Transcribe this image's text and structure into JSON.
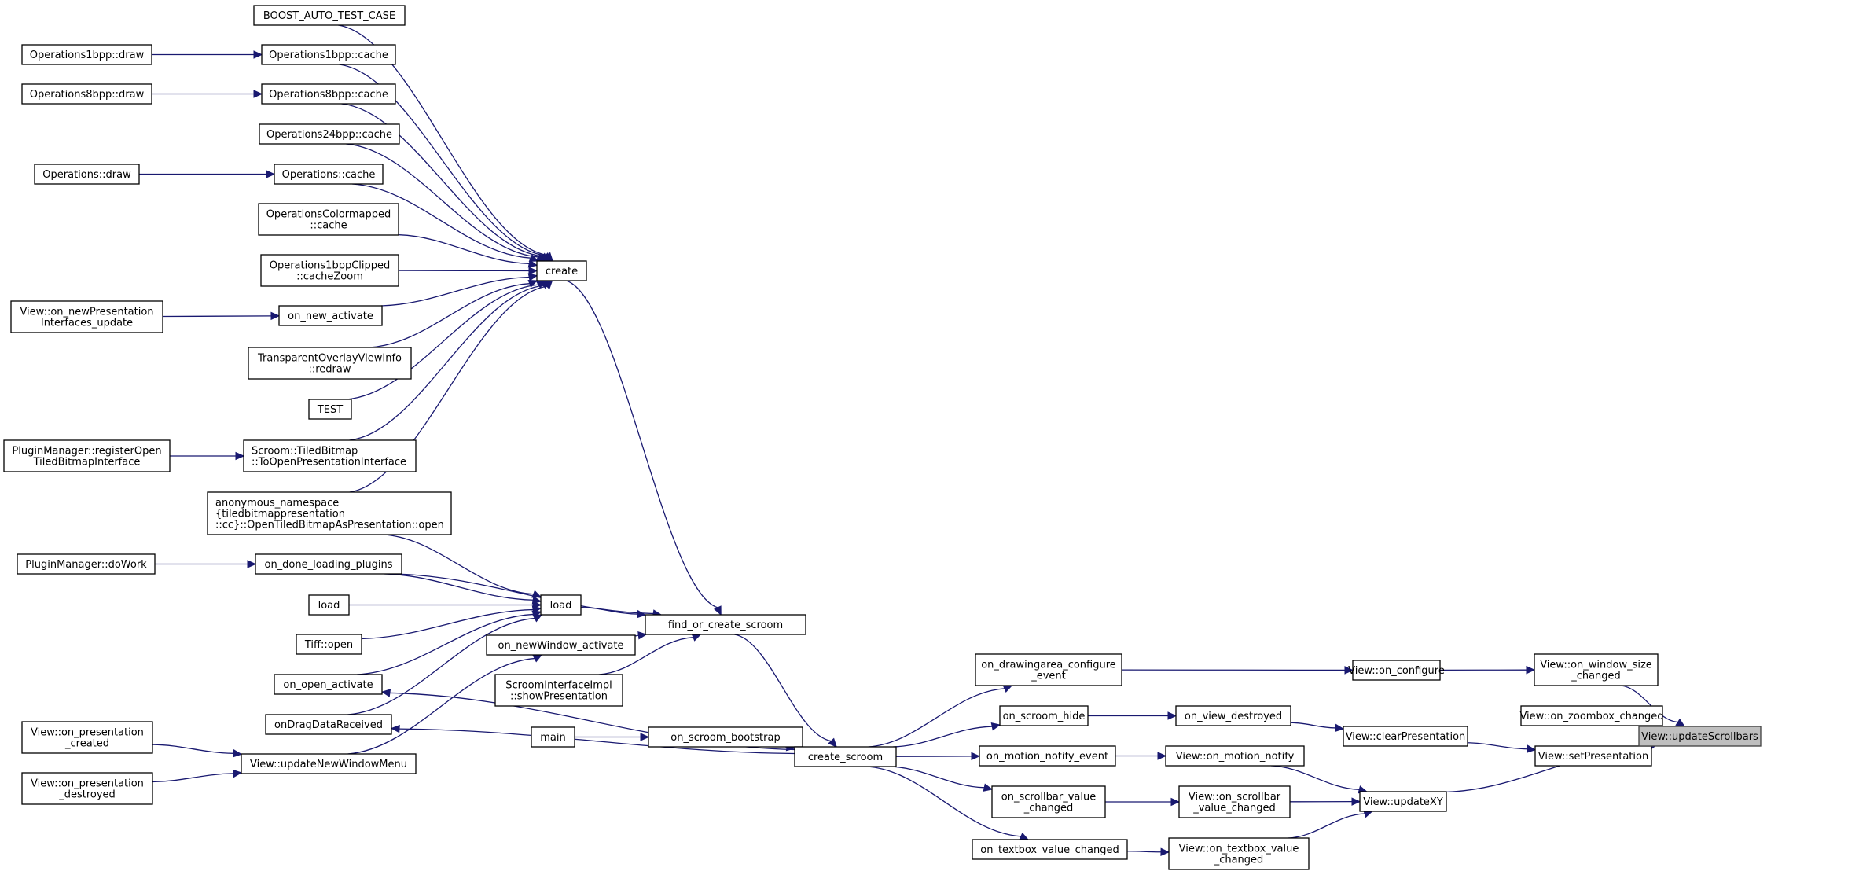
{
  "title": "Caller graph: View::updateScrollbars",
  "colors": {
    "edge": "#191970",
    "root_fill": "#bfbfbf",
    "node_fill": "#ffffff"
  },
  "nodes": [
    {
      "id": "boost",
      "label": [
        "BOOST_AUTO_TEST_CASE"
      ]
    },
    {
      "id": "ops1draw",
      "label": [
        "Operations1bpp::draw"
      ]
    },
    {
      "id": "ops1cache",
      "label": [
        "Operations1bpp::cache"
      ]
    },
    {
      "id": "ops8draw",
      "label": [
        "Operations8bpp::draw"
      ]
    },
    {
      "id": "ops8cache",
      "label": [
        "Operations8bpp::cache"
      ]
    },
    {
      "id": "ops24cache",
      "label": [
        "Operations24bpp::cache"
      ]
    },
    {
      "id": "opsdraw",
      "label": [
        "Operations::draw"
      ]
    },
    {
      "id": "opscache",
      "label": [
        "Operations::cache"
      ]
    },
    {
      "id": "opscmap",
      "label": [
        "OperationsColormapped",
        "::cache"
      ]
    },
    {
      "id": "ops1clip",
      "label": [
        "Operations1bppClipped",
        "::cacheZoom"
      ]
    },
    {
      "id": "viewnewpres",
      "label": [
        "View::on_newPresentation",
        "Interfaces_update"
      ]
    },
    {
      "id": "onnewact",
      "label": [
        "on_new_activate"
      ]
    },
    {
      "id": "transp",
      "label": [
        "TransparentOverlayViewInfo",
        "::redraw"
      ]
    },
    {
      "id": "test",
      "label": [
        "TEST"
      ]
    },
    {
      "id": "pmregister",
      "label": [
        "PluginManager::registerOpen",
        "TiledBitmapInterface"
      ]
    },
    {
      "id": "tiledbm",
      "label": [
        "Scroom::TiledBitmap",
        "::ToOpenPresentationInterface"
      ]
    },
    {
      "id": "anon",
      "label": [
        "anonymous_namespace",
        "{tiledbitmappresentation",
        "::cc}::OpenTiledBitmapAsPresentation::open"
      ]
    },
    {
      "id": "pmdowork",
      "label": [
        "PluginManager::doWork"
      ]
    },
    {
      "id": "ondoneload",
      "label": [
        "on_done_loading_plugins"
      ]
    },
    {
      "id": "load2",
      "label": [
        "load"
      ]
    },
    {
      "id": "tiffopen",
      "label": [
        "Tiff::open"
      ]
    },
    {
      "id": "onopenact",
      "label": [
        "on_open_activate"
      ]
    },
    {
      "id": "ondragdata",
      "label": [
        "onDragDataReceived"
      ]
    },
    {
      "id": "viewprescreated",
      "label": [
        "View::on_presentation",
        "_created"
      ]
    },
    {
      "id": "viewpresdestroyed",
      "label": [
        "View::on_presentation",
        "_destroyed"
      ]
    },
    {
      "id": "viewupdnewwin",
      "label": [
        "View::updateNewWindowMenu"
      ]
    },
    {
      "id": "create",
      "label": [
        "create"
      ]
    },
    {
      "id": "load",
      "label": [
        "load"
      ]
    },
    {
      "id": "onnewwin",
      "label": [
        "on_newWindow_activate"
      ]
    },
    {
      "id": "scroomshow",
      "label": [
        "ScroomInterfaceImpl",
        "::showPresentation"
      ]
    },
    {
      "id": "main",
      "label": [
        "main"
      ]
    },
    {
      "id": "findorcreate",
      "label": [
        "find_or_create_scroom"
      ]
    },
    {
      "id": "bootstrap",
      "label": [
        "on_scroom_bootstrap"
      ]
    },
    {
      "id": "createscroom",
      "label": [
        "create_scroom"
      ]
    },
    {
      "id": "drawconf",
      "label": [
        "on_drawingarea_configure",
        "_event"
      ]
    },
    {
      "id": "scroomhide",
      "label": [
        "on_scroom_hide"
      ]
    },
    {
      "id": "motionevent",
      "label": [
        "on_motion_notify_event"
      ]
    },
    {
      "id": "scrollbarval",
      "label": [
        "on_scrollbar_value",
        "_changed"
      ]
    },
    {
      "id": "textboxval",
      "label": [
        "on_textbox_value_changed"
      ]
    },
    {
      "id": "viewdestroyed",
      "label": [
        "on_view_destroyed"
      ]
    },
    {
      "id": "viewmotion",
      "label": [
        "View::on_motion_notify"
      ]
    },
    {
      "id": "viewscrollbar",
      "label": [
        "View::on_scrollbar",
        "_value_changed"
      ]
    },
    {
      "id": "viewtextbox",
      "label": [
        "View::on_textbox_value",
        "_changed"
      ]
    },
    {
      "id": "viewconfigure",
      "label": [
        "View::on_configure"
      ]
    },
    {
      "id": "viewclear",
      "label": [
        "View::clearPresentation"
      ]
    },
    {
      "id": "viewupdxy",
      "label": [
        "View::updateXY"
      ]
    },
    {
      "id": "viewwinsize",
      "label": [
        "View::on_window_size",
        "_changed"
      ]
    },
    {
      "id": "viewzoombox",
      "label": [
        "View::on_zoombox_changed"
      ]
    },
    {
      "id": "viewsetpres",
      "label": [
        "View::setPresentation"
      ]
    },
    {
      "id": "root",
      "label": [
        "View::updateScrollbars"
      ],
      "highlighted": true
    }
  ],
  "edges": [
    [
      "ops1draw",
      "ops1cache"
    ],
    [
      "ops8draw",
      "ops8cache"
    ],
    [
      "opsdraw",
      "opscache"
    ],
    [
      "viewnewpres",
      "onnewact"
    ],
    [
      "pmregister",
      "tiledbm"
    ],
    [
      "pmdowork",
      "ondoneload"
    ],
    [
      "viewprescreated",
      "viewupdnewwin"
    ],
    [
      "viewpresdestroyed",
      "viewupdnewwin"
    ],
    [
      "boost",
      "create"
    ],
    [
      "ops1cache",
      "create"
    ],
    [
      "ops8cache",
      "create"
    ],
    [
      "ops24cache",
      "create"
    ],
    [
      "opscache",
      "create"
    ],
    [
      "opscmap",
      "create"
    ],
    [
      "ops1clip",
      "create"
    ],
    [
      "onnewact",
      "create"
    ],
    [
      "transp",
      "create"
    ],
    [
      "test",
      "create"
    ],
    [
      "tiledbm",
      "create"
    ],
    [
      "anon",
      "create"
    ],
    [
      "anon",
      "load"
    ],
    [
      "ondoneload",
      "load"
    ],
    [
      "load2",
      "load"
    ],
    [
      "tiffopen",
      "load"
    ],
    [
      "onopenact",
      "load"
    ],
    [
      "ondragdata",
      "load"
    ],
    [
      "viewupdnewwin",
      "onnewwin"
    ],
    [
      "ondoneload",
      "findorcreate"
    ],
    [
      "create",
      "findorcreate"
    ],
    [
      "load",
      "findorcreate"
    ],
    [
      "onnewwin",
      "findorcreate"
    ],
    [
      "scroomshow",
      "findorcreate"
    ],
    [
      "main",
      "bootstrap"
    ],
    [
      "findorcreate",
      "createscroom"
    ],
    [
      "bootstrap",
      "createscroom"
    ],
    [
      "createscroom",
      "onopenact"
    ],
    [
      "createscroom",
      "ondragdata"
    ],
    [
      "createscroom",
      "drawconf"
    ],
    [
      "createscroom",
      "scroomhide"
    ],
    [
      "createscroom",
      "motionevent"
    ],
    [
      "createscroom",
      "scrollbarval"
    ],
    [
      "createscroom",
      "textboxval"
    ],
    [
      "drawconf",
      "viewconfigure"
    ],
    [
      "scroomhide",
      "viewdestroyed"
    ],
    [
      "motionevent",
      "viewmotion"
    ],
    [
      "scrollbarval",
      "viewscrollbar"
    ],
    [
      "textboxval",
      "viewtextbox"
    ],
    [
      "viewdestroyed",
      "viewclear"
    ],
    [
      "viewmotion",
      "viewupdxy"
    ],
    [
      "viewscrollbar",
      "viewupdxy"
    ],
    [
      "viewtextbox",
      "viewupdxy"
    ],
    [
      "viewconfigure",
      "viewwinsize"
    ],
    [
      "viewclear",
      "viewsetpres"
    ],
    [
      "viewwinsize",
      "root"
    ],
    [
      "viewzoombox",
      "root"
    ],
    [
      "viewsetpres",
      "root"
    ],
    [
      "viewupdxy",
      "root"
    ]
  ]
}
